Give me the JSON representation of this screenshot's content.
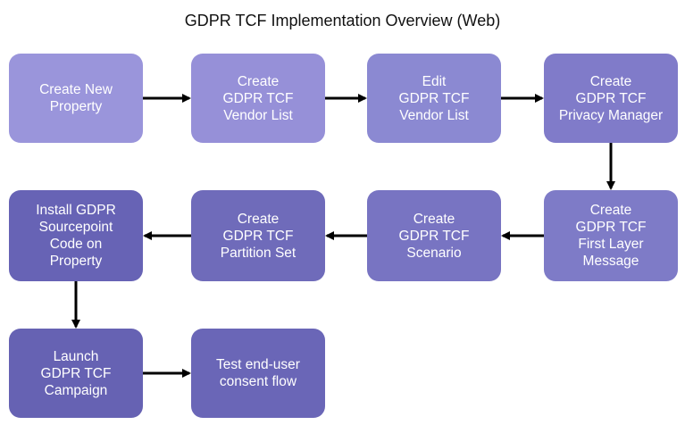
{
  "title": "GDPR TCF Implementation Overview (Web)",
  "colors": {
    "arrow": "#000000"
  },
  "steps": [
    {
      "label": "Create New\nProperty",
      "color": "#9a95db"
    },
    {
      "label": "Create\nGDPR TCF\nVendor List",
      "color": "#9690d8"
    },
    {
      "label": "Edit\nGDPR TCF\nVendor List",
      "color": "#8b89d2"
    },
    {
      "label": "Create\nGDPR TCF\nPrivacy Manager",
      "color": "#807bc9"
    },
    {
      "label": "Create\nGDPR TCF\nFirst Layer\nMessage",
      "color": "#7e7bc7"
    },
    {
      "label": "Create\nGDPR TCF\nScenario",
      "color": "#7874c2"
    },
    {
      "label": "Create\nGDPR TCF\nPartition Set",
      "color": "#6f6bba"
    },
    {
      "label": "Install GDPR\nSourcepoint\nCode on\nProperty",
      "color": "#6763b5"
    },
    {
      "label": "Launch\nGDPR TCF\nCampaign",
      "color": "#6662b3"
    },
    {
      "label": "Test end-user\nconsent flow",
      "color": "#6a66b7"
    }
  ]
}
